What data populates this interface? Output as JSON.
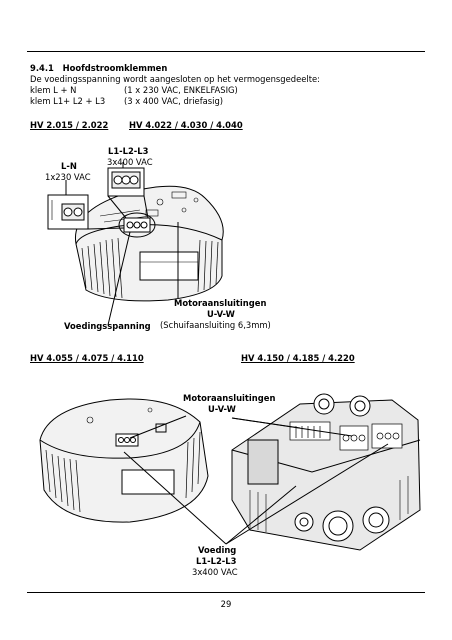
{
  "section": {
    "heading": "9.4.1   Hoofdstroomklemmen",
    "intro": "De voedingsspanning wordt aangesloten op het vermogensgedeelte:",
    "line1_label": "klem L + N",
    "line1_value": "(1 x 230 VAC, ENKELFASIG)",
    "line2_label": "klem L1+ L2 + L3",
    "line2_value": "(3 x 400 VAC, driefasig)"
  },
  "figure1": {
    "model_a": "HV 2.015 / 2.022",
    "model_b": "HV 4.022 / 4.030 / 4.040",
    "callout_l1l2l3": "L1-L2-L3",
    "callout_3x400": "3x400 VAC",
    "callout_ln": "L-N",
    "callout_1x230": "1x230 VAC",
    "callout_motor": "Motoraansluitingen",
    "callout_uvw": "U-V-W",
    "callout_schuif": "(Schuifaansluiting 6,3mm)",
    "callout_voeding": "Voedingsspanning"
  },
  "figure2": {
    "model_a": "HV 4.055 / 4.075 / 4.110",
    "model_b": "HV 4.150 / 4.185 / 4.220",
    "callout_motor": "Motoraansluitingen",
    "callout_uvw": "U-V-W",
    "callout_voeding": "Voeding",
    "callout_l1l2l3": "L1-L2-L3",
    "callout_3x400": "3x400 VAC"
  },
  "footer": {
    "page_number": "29"
  }
}
